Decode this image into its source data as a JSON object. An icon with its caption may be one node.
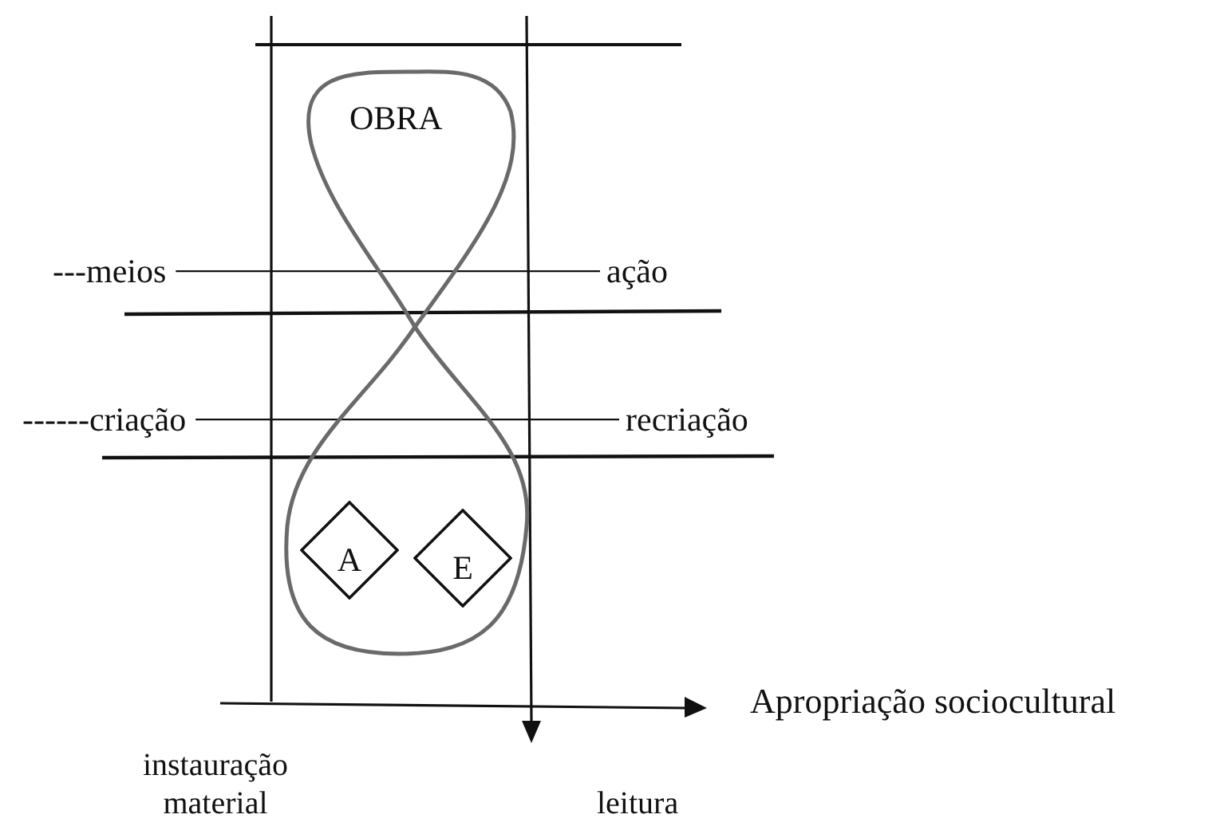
{
  "diagram": {
    "nodes": [
      {
        "text": [
          "OBRA"
        ]
      },
      {
        "text": [
          "A"
        ],
        "in": 0
      },
      {
        "text": [
          "E"
        ],
        "in": 0
      },
      {
        "text": [
          "---meios"
        ]
      },
      {
        "text": [
          "ação"
        ]
      },
      {
        "text": [
          "------criação"
        ]
      },
      {
        "text": [
          "recriação"
        ]
      }
    ],
    "edges": [
      {
        "from": 3,
        "to": 4,
        "arrow": "none"
      },
      {
        "from": 5,
        "to": 6,
        "arrow": "none"
      }
    ],
    "labels": [
      "Apropriação sociocultural",
      "instauração material",
      "leitura"
    ]
  }
}
